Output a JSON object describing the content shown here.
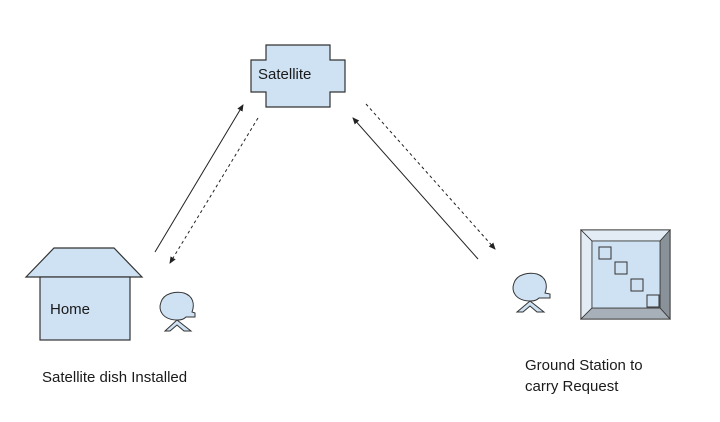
{
  "diagram": {
    "title": "Satellite Communication Flow",
    "nodes": {
      "satellite": {
        "label": "Satellite",
        "icon": "satellite-cross-shape"
      },
      "home": {
        "label": "Home",
        "icon": "house-shape"
      },
      "home_user": {
        "icon": "person-icon"
      },
      "ground_user": {
        "icon": "person-icon"
      },
      "ground_station": {
        "icon": "server-bevel-box-icon"
      }
    },
    "captions": {
      "home": "Satellite dish Installed",
      "ground_station_line1": "Ground Station to",
      "ground_station_line2": "carry Request"
    },
    "edges": [
      {
        "from": "home",
        "to": "satellite",
        "style": "solid"
      },
      {
        "from": "satellite",
        "to": "home",
        "style": "dashed"
      },
      {
        "from": "ground_station",
        "to": "satellite",
        "style": "solid"
      },
      {
        "from": "satellite",
        "to": "ground_station",
        "style": "dashed"
      }
    ],
    "colors": {
      "fill": "#cfe2f3",
      "stroke": "#333333",
      "bevel_dark": "#8a9299",
      "bevel_light": "#e3ecf5"
    }
  }
}
